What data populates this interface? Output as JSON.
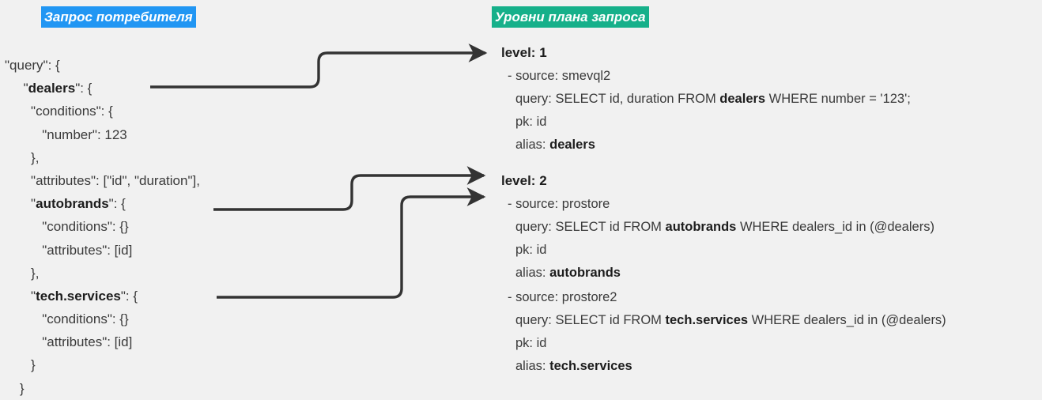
{
  "headers": {
    "left": "Запрос потребителя",
    "right": "Уровни плана запроса",
    "left_bg": "#2196f3",
    "right_bg": "#16b08a"
  },
  "consumer_query": {
    "lines": [
      "\"query\": {",
      "     \"<b>dealers</b>\": {",
      "       \"conditions\": {",
      "          \"number\": 123",
      "       },",
      "       \"attributes\": [\"id\", \"duration\"],",
      "       \"<b>autobrands</b>\": {",
      "          \"conditions\": {}",
      "          \"attributes\": [id]",
      "       },",
      "       \"<b>tech.services</b>\": {",
      "          \"conditions\": {}",
      "          \"attributes\": [id]",
      "       }",
      "    }"
    ]
  },
  "plan_levels": [
    {
      "title": "level: 1",
      "sources": [
        {
          "source": "- source: smevql2",
          "query": "query: SELECT id, duration FROM <b>dealers</b> WHERE number = '123';",
          "pk": "pk: id",
          "alias": "alias: <b>dealers</b>"
        }
      ]
    },
    {
      "title": "level: 2",
      "sources": [
        {
          "source": "- source: prostore",
          "query": "query: SELECT id FROM <b>autobrands</b> WHERE dealers_id in (@dealers)",
          "pk": "pk: id",
          "alias": "alias: <b>autobrands</b>"
        },
        {
          "source": "- source: prostore2",
          "query": "query: SELECT id FROM <b>tech.services</b> WHERE dealers_id in (@dealers)",
          "pk": "pk: id",
          "alias": "alias: <b>tech.services</b>"
        }
      ]
    }
  ],
  "connectors": {
    "stroke": "#333333",
    "arrows": [
      {
        "name": "dealers-to-level-1",
        "from_label": "dealers",
        "to_label": "level: 1"
      },
      {
        "name": "autobrands-to-level-2",
        "from_label": "autobrands",
        "to_label": "level: 2"
      },
      {
        "name": "techservices-to-level-2",
        "from_label": "tech.services",
        "to_label": "level: 2"
      }
    ]
  }
}
